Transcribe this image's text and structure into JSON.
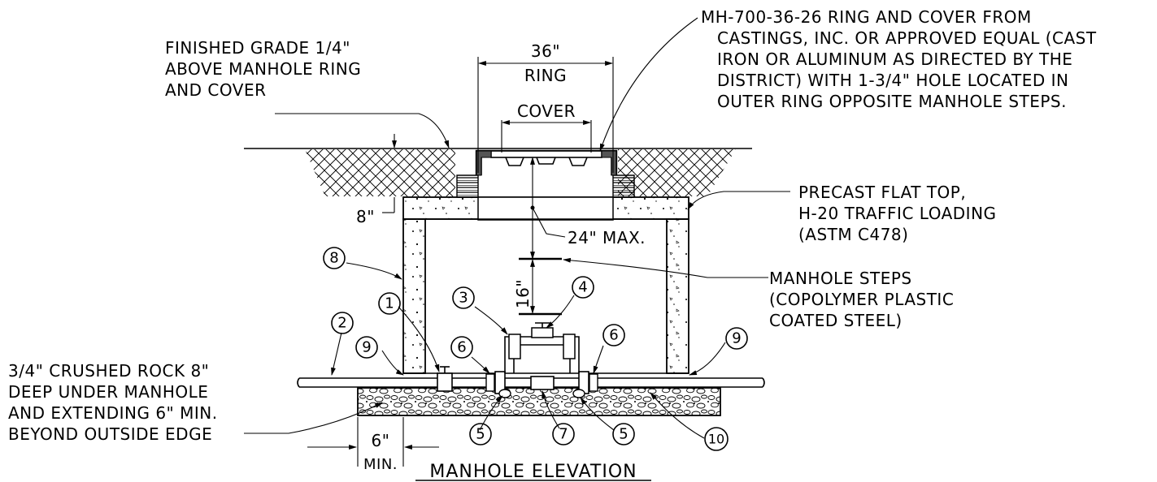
{
  "title": "MANHOLE ELEVATION",
  "notes": {
    "finished_grade": [
      "FINISHED GRADE 1/4\"",
      "ABOVE MANHOLE RING",
      "AND COVER"
    ],
    "ring_cover": [
      "MH-700-36-26 RING AND COVER FROM",
      "CASTINGS, INC. OR APPROVED EQUAL (CAST",
      "IRON OR ALUMINUM AS DIRECTED BY THE",
      "DISTRICT) WITH 1-3/4\" HOLE LOCATED IN",
      "OUTER RING OPPOSITE MANHOLE STEPS."
    ],
    "precast_top": [
      "PRECAST FLAT TOP,",
      "H-20 TRAFFIC LOADING",
      "(ASTM C478)"
    ],
    "steps": [
      "MANHOLE STEPS",
      "(COPOLYMER PLASTIC",
      "COATED STEEL)"
    ],
    "crushed_rock": [
      "3/4\" CRUSHED ROCK 8\"",
      "DEEP UNDER MANHOLE",
      "AND EXTENDING 6\" MIN.",
      "BEYOND OUTSIDE EDGE"
    ]
  },
  "dimensions": {
    "ring_value": "36\"",
    "ring_label": "RING",
    "cover_label": "COVER",
    "slab_thickness": "8\"",
    "max_depth": "24\" MAX.",
    "step_spacing": "16\"",
    "rock_extension_value": "6\"",
    "rock_extension_label": "MIN."
  },
  "callouts": {
    "c1": "1",
    "c2": "2",
    "c3": "3",
    "c4": "4",
    "c5a": "5",
    "c5b": "5",
    "c6a": "6",
    "c6b": "6",
    "c7": "7",
    "c8": "8",
    "c9a": "9",
    "c9b": "9",
    "c10": "10"
  }
}
